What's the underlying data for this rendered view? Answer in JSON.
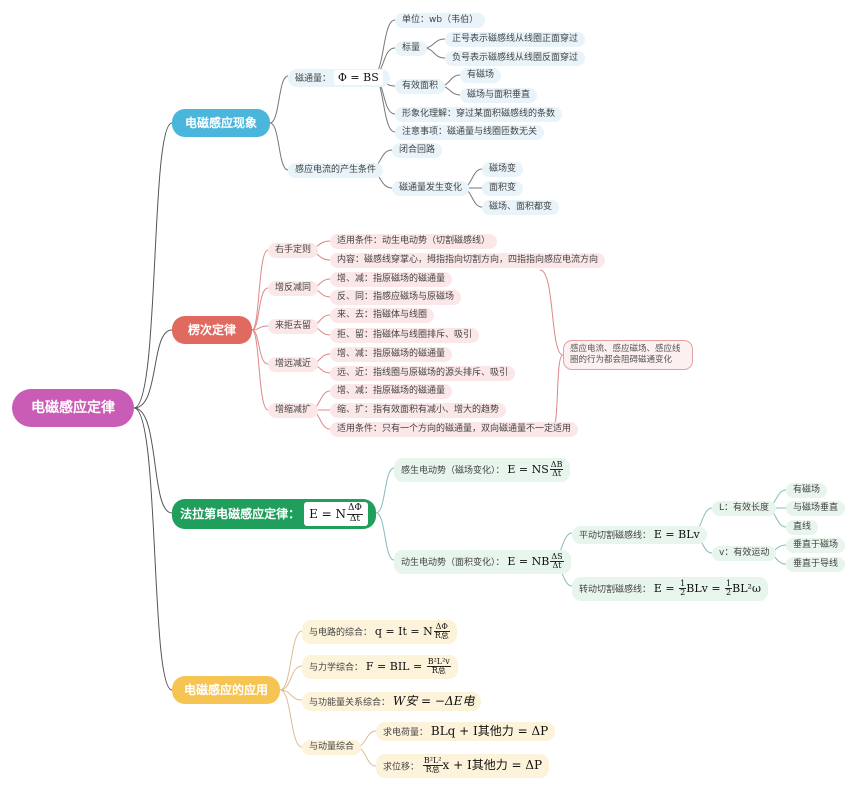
{
  "root": "电磁感应定律",
  "b1": {
    "title": "电磁感应现象",
    "flux_label": "磁通量：",
    "flux_formula": "Φ = BS",
    "unit": "单位：wb（韦伯）",
    "scalar": "标量",
    "scalar_pos": "正号表示磁感线从线圈正面穿过",
    "scalar_neg": "负号表示磁感线从线圈反面穿过",
    "effective_area": "有效面积",
    "area_a": "有磁场",
    "area_b": "磁场与面积垂直",
    "image": "形象化理解：穿过某面积磁感线的条数",
    "notice": "注意事项：磁通量与线圈匝数无关",
    "cond": "感应电流的产生条件",
    "closed": "闭合回路",
    "change": "磁通量发生变化",
    "change_a": "磁场变",
    "change_b": "面积变",
    "change_c": "磁场、面积都变"
  },
  "b2": {
    "title": "楞次定律",
    "right_hand": "右手定则",
    "rh_a": "适用条件：动生电动势（切割磁感线）",
    "rh_b": "内容：磁感线穿掌心，拇指指向切割方向，四指指向感应电流方向",
    "g1": "增反减同",
    "g1_a": "增、减：指原磁场的磁通量",
    "g1_b": "反、同：指感应磁场与原磁场",
    "g2": "来拒去留",
    "g2_a": "来、去：指磁体与线圈",
    "g2_b": "拒、留：指磁体与线圈排斥、吸引",
    "g3": "增远减近",
    "g3_a": "增、减：指原磁场的磁通量",
    "g3_b": "远、近：指线圈与原磁场的源头排斥、吸引",
    "g4": "增缩减扩",
    "g4_a": "增、减：指原磁场的磁通量",
    "g4_b": "缩、扩：指有效面积有减小、增大的趋势",
    "g4_c": "适用条件：只有一个方向的磁通量，双向磁通量不一定适用",
    "note": "感应电流、感应磁场、感应线圈的行为都会阻碍磁通变化"
  },
  "b3": {
    "title": "法拉第电磁感应定律：",
    "main_lhs": "E = N",
    "main_num": "ΔΦ",
    "main_den": "Δt",
    "induced": "感生电动势（磁场变化）：",
    "induced_lhs": "E = NS",
    "induced_num": "ΔB",
    "induced_den": "Δt",
    "motional": "动生电动势（面积变化）：",
    "motional_lhs": "E = NB",
    "motional_num": "ΔS",
    "motional_den": "Δt",
    "translate": "平动切割磁感线：",
    "translate_eq": "E = BLv",
    "L_label": "L：有效长度",
    "L_a": "有磁场",
    "L_b": "与磁场垂直",
    "L_c": "直线",
    "v_label": "v：有效运动",
    "v_a": "垂直于磁场",
    "v_b": "垂直于导线",
    "rotate": "转动切割磁感线：",
    "rot_lhs": "E = ",
    "rot_num1": "1",
    "rot_den1": "2",
    "rot_mid": "BLv = ",
    "rot_num2": "1",
    "rot_den2": "2",
    "rot_tail": "BL²ω"
  },
  "b4": {
    "title": "电磁感应的应用",
    "circuit": "与电路的综合：",
    "circuit_lhs": "q = It = N",
    "circuit_num": "ΔΦ",
    "circuit_den": "R总",
    "mech": "与力学综合：",
    "mech_lhs": "F = BIL = ",
    "mech_num": "B²L²v",
    "mech_den": "R总",
    "energy": "与功能量关系综合：",
    "energy_eq": "W安 = −ΔE电",
    "momentum": "与动量综合",
    "charge": "求电荷量：",
    "charge_eq": "BLq + I其他力 = ΔP",
    "disp": "求位移：",
    "disp_num": "B²L²",
    "disp_den": "R总",
    "disp_tail": "x + I其他力 = ΔP"
  },
  "colors": {
    "root": "#c95cb5",
    "blue": "#4ab6dc",
    "red": "#e16a60",
    "green": "#1f9e5c",
    "yellow": "#f6c452"
  }
}
